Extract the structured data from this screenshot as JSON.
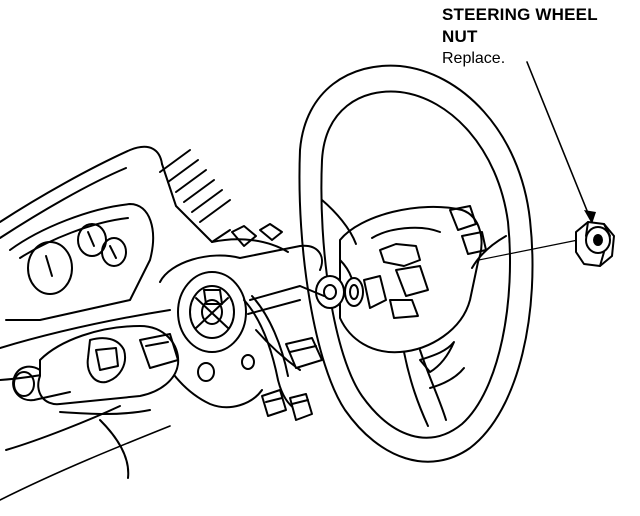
{
  "callout": {
    "name_line1": "STEERING WHEEL",
    "name_line2": "NUT",
    "note": "Replace."
  },
  "colors": {
    "ink": "#000000",
    "background": "#ffffff"
  }
}
